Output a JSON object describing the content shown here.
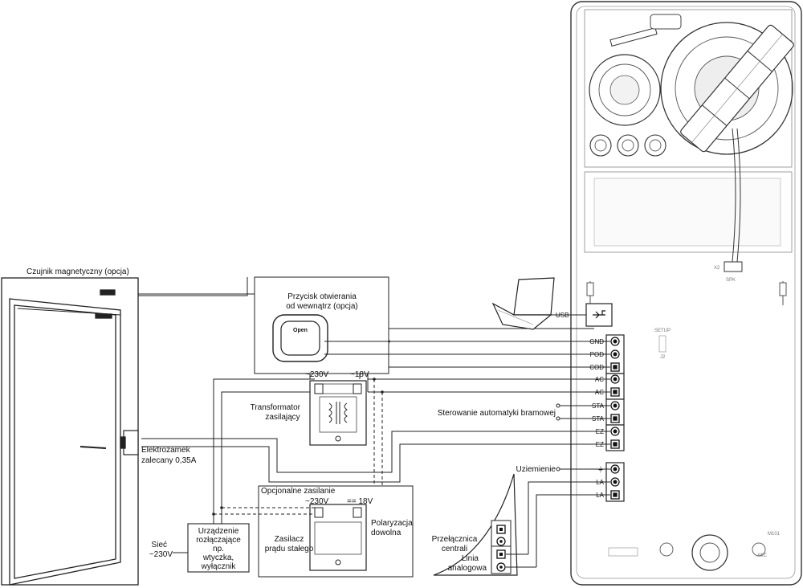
{
  "labels": {
    "magnetic_sensor": "Czujnik magnetyczny (opcja)",
    "open_button_title_1": "Przycisk otwierania",
    "open_button_title_2": "od wewnątrz (opcja)",
    "open_button_caption": "Open",
    "transformer_1": "Transformator",
    "transformer_2": "zasilający",
    "v230_top": "~230V",
    "v18_top": "~18V",
    "electric_lock_1": "Elektrozamek",
    "electric_lock_2": "zalecany 0,35A",
    "optional_supply": "Opcjonalne zasilanie",
    "v230_psu": "~230V",
    "v18_dc": "== 18V",
    "psu_1": "Zasilacz",
    "psu_2": "prądu stałego",
    "polarity_1": "Polaryzacja",
    "polarity_2": "dowolna",
    "disconnect_1": "Urządzenie",
    "disconnect_2": "rozłączające",
    "disconnect_3": "np.",
    "disconnect_4": "wtyczka,",
    "disconnect_5": "wyłącznik",
    "mains_1": "Sieć",
    "mains_2": "~230V",
    "gate_control": "Sterowanie automatyki bramowej",
    "grounding": "Uziemienie",
    "pbx_1": "Przełącznica",
    "pbx_2": "centrali",
    "analog_line_1": "Linia",
    "analog_line_2": "analogowa",
    "usb": "USB",
    "setup": "SETUP",
    "j2": "J2",
    "x2": "X2",
    "spk": "SPK",
    "mic": "MIC",
    "m101": "M101"
  },
  "terminals": [
    "GND",
    "POD",
    "COD",
    "AC",
    "AC",
    "STA",
    "STA",
    "EZ",
    "EZ",
    "⏚",
    "LA",
    "LA"
  ]
}
